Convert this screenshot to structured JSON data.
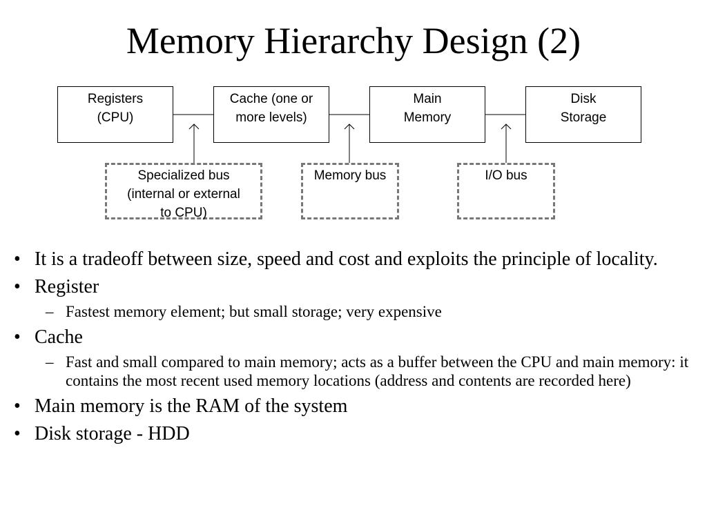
{
  "slide": {
    "title": "Memory Hierarchy Design (2)"
  },
  "diagram": {
    "boxes": [
      {
        "line1": "Registers",
        "line2": "(CPU)"
      },
      {
        "line1": "Cache (one or",
        "line2": "more levels)"
      },
      {
        "line1": "Main",
        "line2": "Memory"
      },
      {
        "line1": "Disk",
        "line2": "Storage"
      }
    ],
    "buses": [
      {
        "line1": "Specialized bus",
        "line2": "(internal or external",
        "line3": "to CPU)"
      },
      {
        "line1": "Memory bus"
      },
      {
        "line1": "I/O bus"
      }
    ]
  },
  "bullets": [
    {
      "marker": "•",
      "text": "It is a tradeoff between size, speed and cost and exploits the principle of locality."
    },
    {
      "marker": "•",
      "text": "Register"
    },
    {
      "marker": "–",
      "text": "Fastest memory element; but small storage; very expensive"
    },
    {
      "marker": "•",
      "text": "Cache"
    },
    {
      "marker": "–",
      "text": "Fast and small compared to main memory; acts as a buffer between the CPU and main memory: it contains the most recent used memory locations (address and contents are recorded here)"
    },
    {
      "marker": "•",
      "text": "Main memory is the RAM of the system"
    },
    {
      "marker": "•",
      "text": "Disk storage - HDD"
    }
  ]
}
